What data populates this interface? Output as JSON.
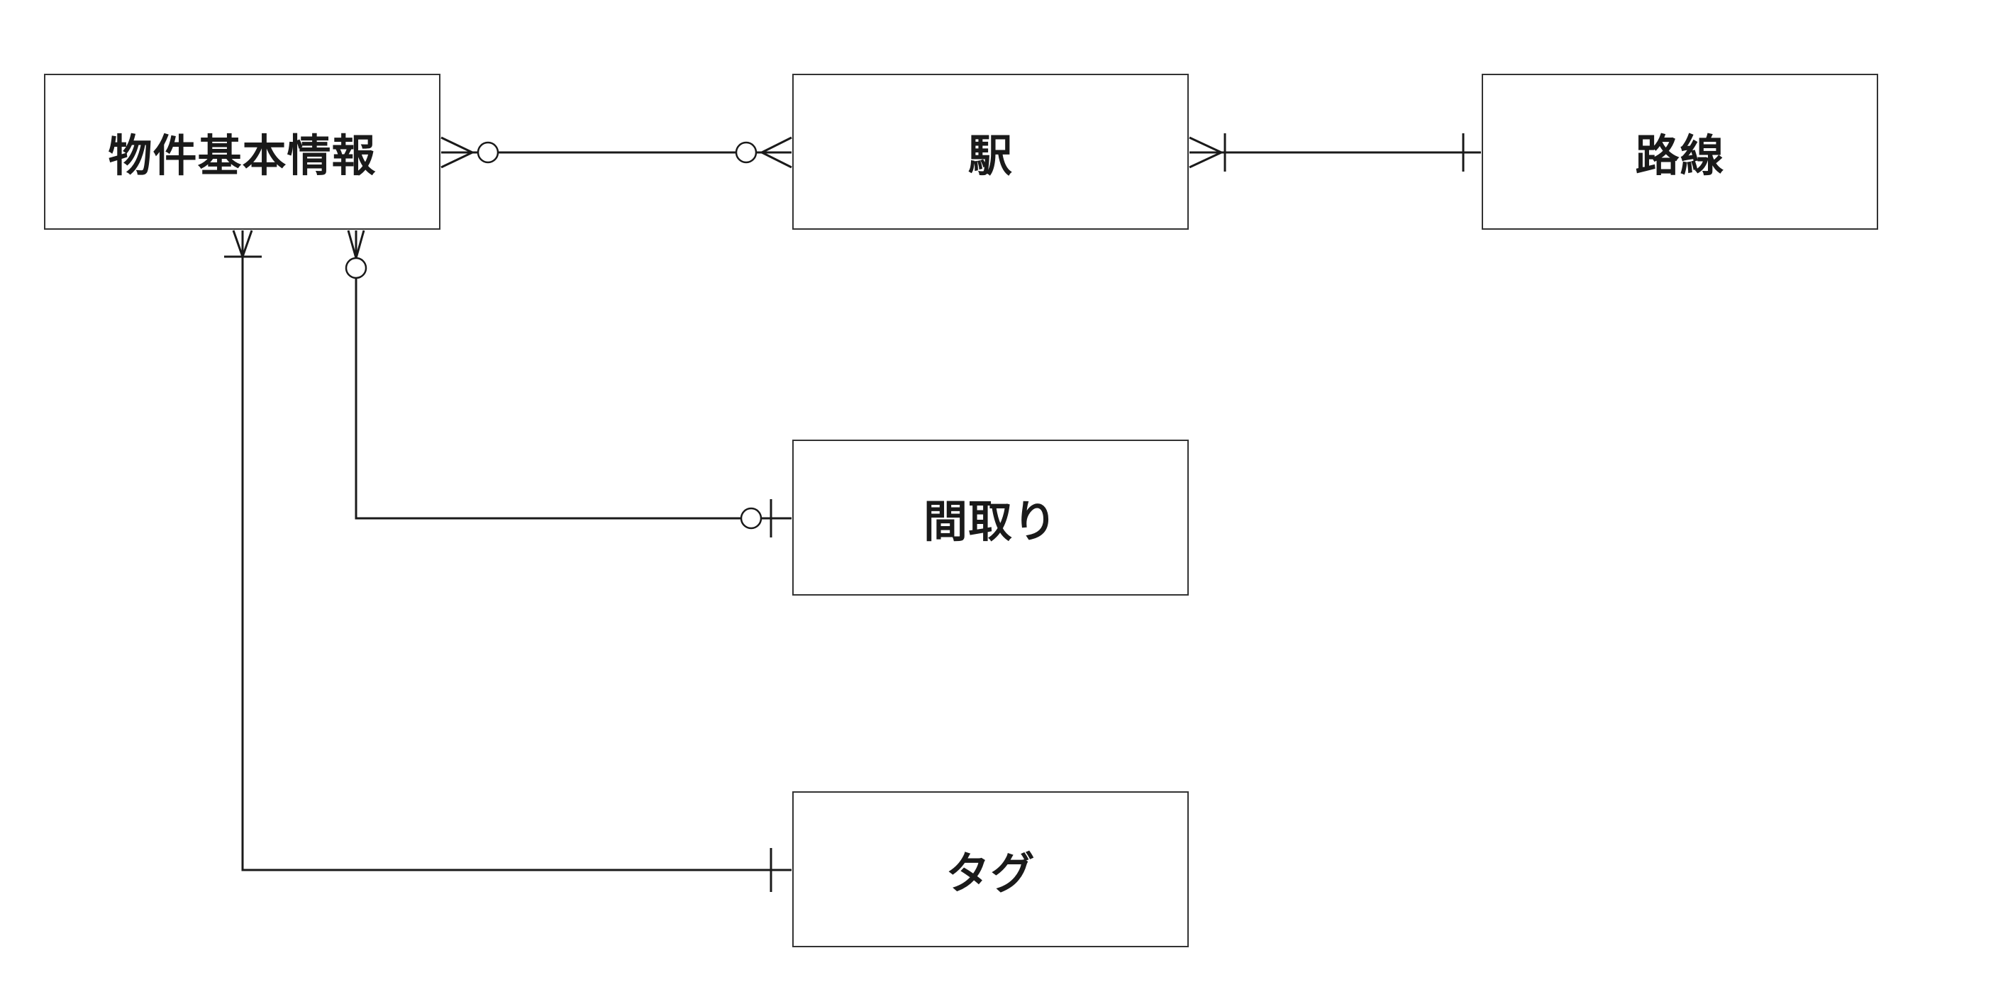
{
  "diagram": {
    "entities": {
      "bukken": "物件基本情報",
      "eki": "駅",
      "rosen": "路線",
      "madori": "間取り",
      "tag": "タグ"
    },
    "relationships": [
      {
        "from": "bukken",
        "to": "eki",
        "from_cardinality": "zero-or-many",
        "to_cardinality": "zero-or-many"
      },
      {
        "from": "eki",
        "to": "rosen",
        "from_cardinality": "one-or-many",
        "to_cardinality": "exactly-one"
      },
      {
        "from": "bukken",
        "to": "madori",
        "from_cardinality": "zero-or-many",
        "to_cardinality": "zero-or-one"
      },
      {
        "from": "bukken",
        "to": "tag",
        "from_cardinality": "one-or-many",
        "to_cardinality": "exactly-one"
      }
    ],
    "colors": {
      "stroke": "#1a1a1a",
      "box_border": "#333333",
      "background": "#ffffff"
    }
  }
}
